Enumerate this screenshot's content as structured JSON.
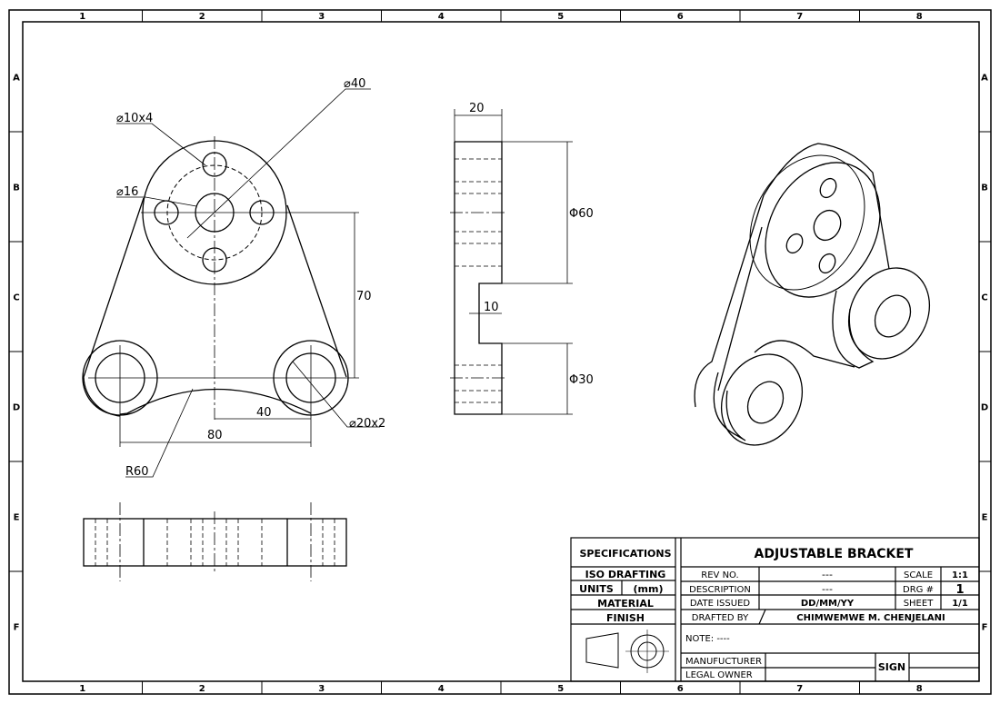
{
  "grid": {
    "columns": [
      "1",
      "2",
      "3",
      "4",
      "5",
      "6",
      "7",
      "8"
    ],
    "rows": [
      "A",
      "B",
      "C",
      "D",
      "E",
      "F"
    ]
  },
  "front_view": {
    "dim_bolt_circle": "⌀40",
    "dim_small_holes": "⌀10x4",
    "dim_center_hole": "⌀16",
    "dim_height": "70",
    "dim_half_span": "40",
    "dim_span": "80",
    "dim_radius": "R60",
    "dim_foot_holes": "⌀20x2"
  },
  "side_view": {
    "dim_thickness": "20",
    "dim_upper_dia": "Φ60",
    "dim_step": "10",
    "dim_lower_dia": "Φ30"
  },
  "title_block": {
    "specifications": "SPECIFICATIONS",
    "iso_drafting": "ISO DRAFTING",
    "units_label": "UNITS",
    "units_value": "(mm)",
    "material": "MATERIAL",
    "finish": "FINISH",
    "title": "ADJUSTABLE BRACKET",
    "rev_no_label": "REV NO.",
    "rev_no_value": "---",
    "description_label": "DESCRIPTION",
    "description_value": "---",
    "date_label": "DATE ISSUED",
    "date_value": "DD/MM/YY",
    "drafted_label": "DRAFTED BY",
    "drafted_value": "CHIMWEMWE M. CHENJELANI",
    "scale_label": "SCALE",
    "scale_value": "1:1",
    "drg_label": "DRG #",
    "drg_value": "1",
    "sheet_label": "SHEET",
    "sheet_value": "1/1",
    "note": "NOTE: ----",
    "manufacturer_label": "MANUFUCTURER",
    "legal_owner_label": "LEGAL OWNER",
    "sign_label": "SIGN"
  }
}
